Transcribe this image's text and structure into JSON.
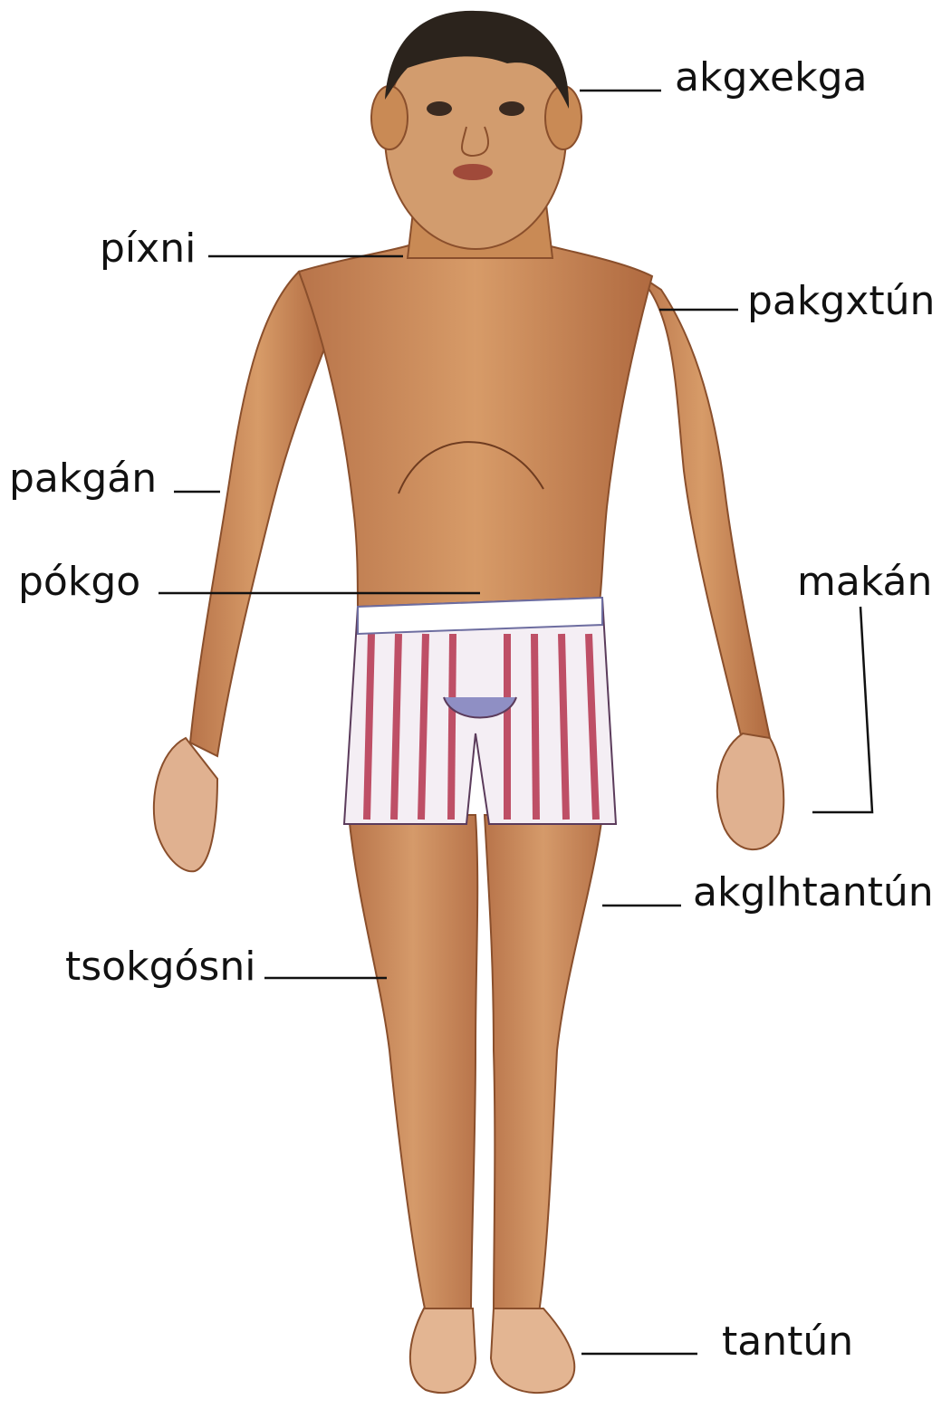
{
  "labels": {
    "head": "akgxekga",
    "neck": "píxni",
    "shoulder": "pakgxtún",
    "arm": "pakgán",
    "belly": "pókgo",
    "hand": "makán",
    "thigh": "akglhtantún",
    "knee": "tsokgósni",
    "foot": "tantún"
  },
  "colors": {
    "skin": "#c98a55",
    "skin_dark": "#a5653a",
    "hair": "#2b231c",
    "stripe_red": "#b5344e",
    "stripe_blue": "#8f8fc4",
    "line": "#111111"
  }
}
